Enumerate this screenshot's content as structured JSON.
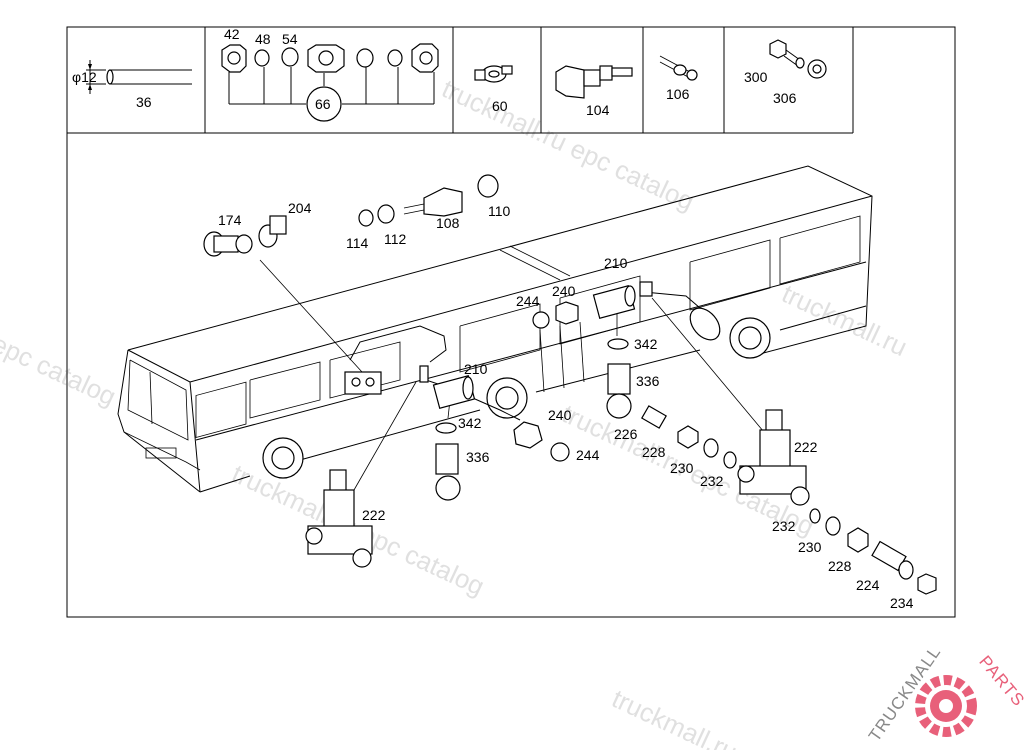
{
  "header_labels": {
    "dia": "φ12",
    "p36": "36",
    "p42": "42",
    "p48": "48",
    "p54": "54",
    "p66": "66",
    "p60": "60",
    "p104": "104",
    "p106": "106",
    "p300": "300",
    "p306": "306"
  },
  "labels": {
    "p174": "174",
    "p204": "204",
    "p114": "114",
    "p112": "112",
    "p108": "108",
    "p110": "110",
    "p210a": "210",
    "p244a": "244",
    "p240a": "240",
    "p342a": "342",
    "p336a": "336",
    "p210b": "210",
    "p240b": "240",
    "p342b": "342",
    "p244b": "244",
    "p336b": "336",
    "p226": "226",
    "p228a": "228",
    "p230a": "230",
    "p232a": "232",
    "p222a": "222",
    "p222b": "222",
    "p232b": "232",
    "p230b": "230",
    "p228b": "228",
    "p224": "224",
    "p234": "234"
  },
  "watermarks": {
    "w1": "truckmall.ru epc catalog",
    "w2": "truckmall.ru",
    "w3": "epc catalog",
    "w4": "truckmall.ru epc catalog",
    "w5": "truckmall.ru epc catalog",
    "w6": "truckmall.ru"
  },
  "logo": {
    "text_main": "TRUCKMALL",
    "text_accent": "PARTS",
    "accent_color": "#e8607a",
    "icon": "gear-logo-icon"
  }
}
